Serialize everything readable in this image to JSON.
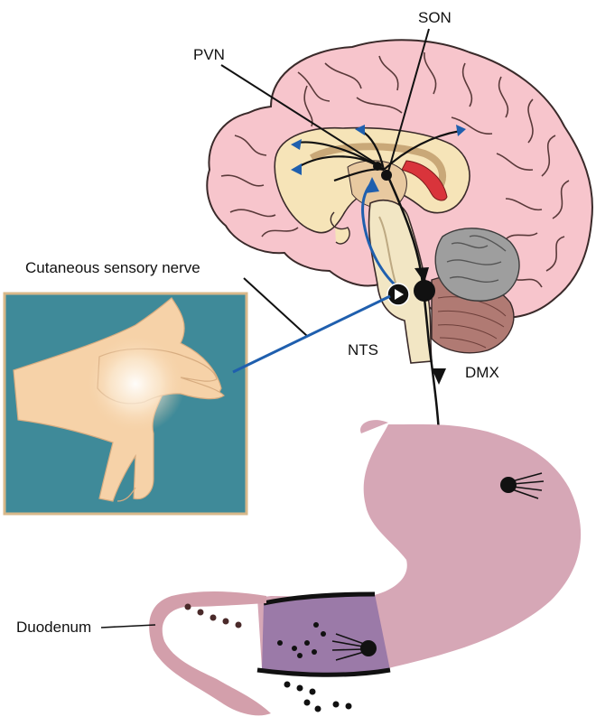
{
  "labels": {
    "son": "SON",
    "pvn": "PVN",
    "cutaneous": "Cutaneous sensory nerve",
    "nts": "NTS",
    "dmx": "DMX",
    "duodenum": "Duodenum"
  },
  "colors": {
    "brain_cortex": "#f7c5cc",
    "brain_outline": "#3a2a2a",
    "inner_brain": "#f6e4b8",
    "brainstem": "#f2e6c4",
    "cerebellum_grey": "#9e9e9e",
    "cerebellum_brown": "#b07a73",
    "red_structure": "#d9343b",
    "nerve_blue": "#1f5fae",
    "nerve_black": "#111111",
    "stomach": "#d6a7b6",
    "pylorus": "#9b7aa8",
    "duodenum": "#d39fab",
    "touch_bg": "#3f8a99",
    "touch_border": "#d8b88a",
    "skin": "#f6d2a8"
  }
}
